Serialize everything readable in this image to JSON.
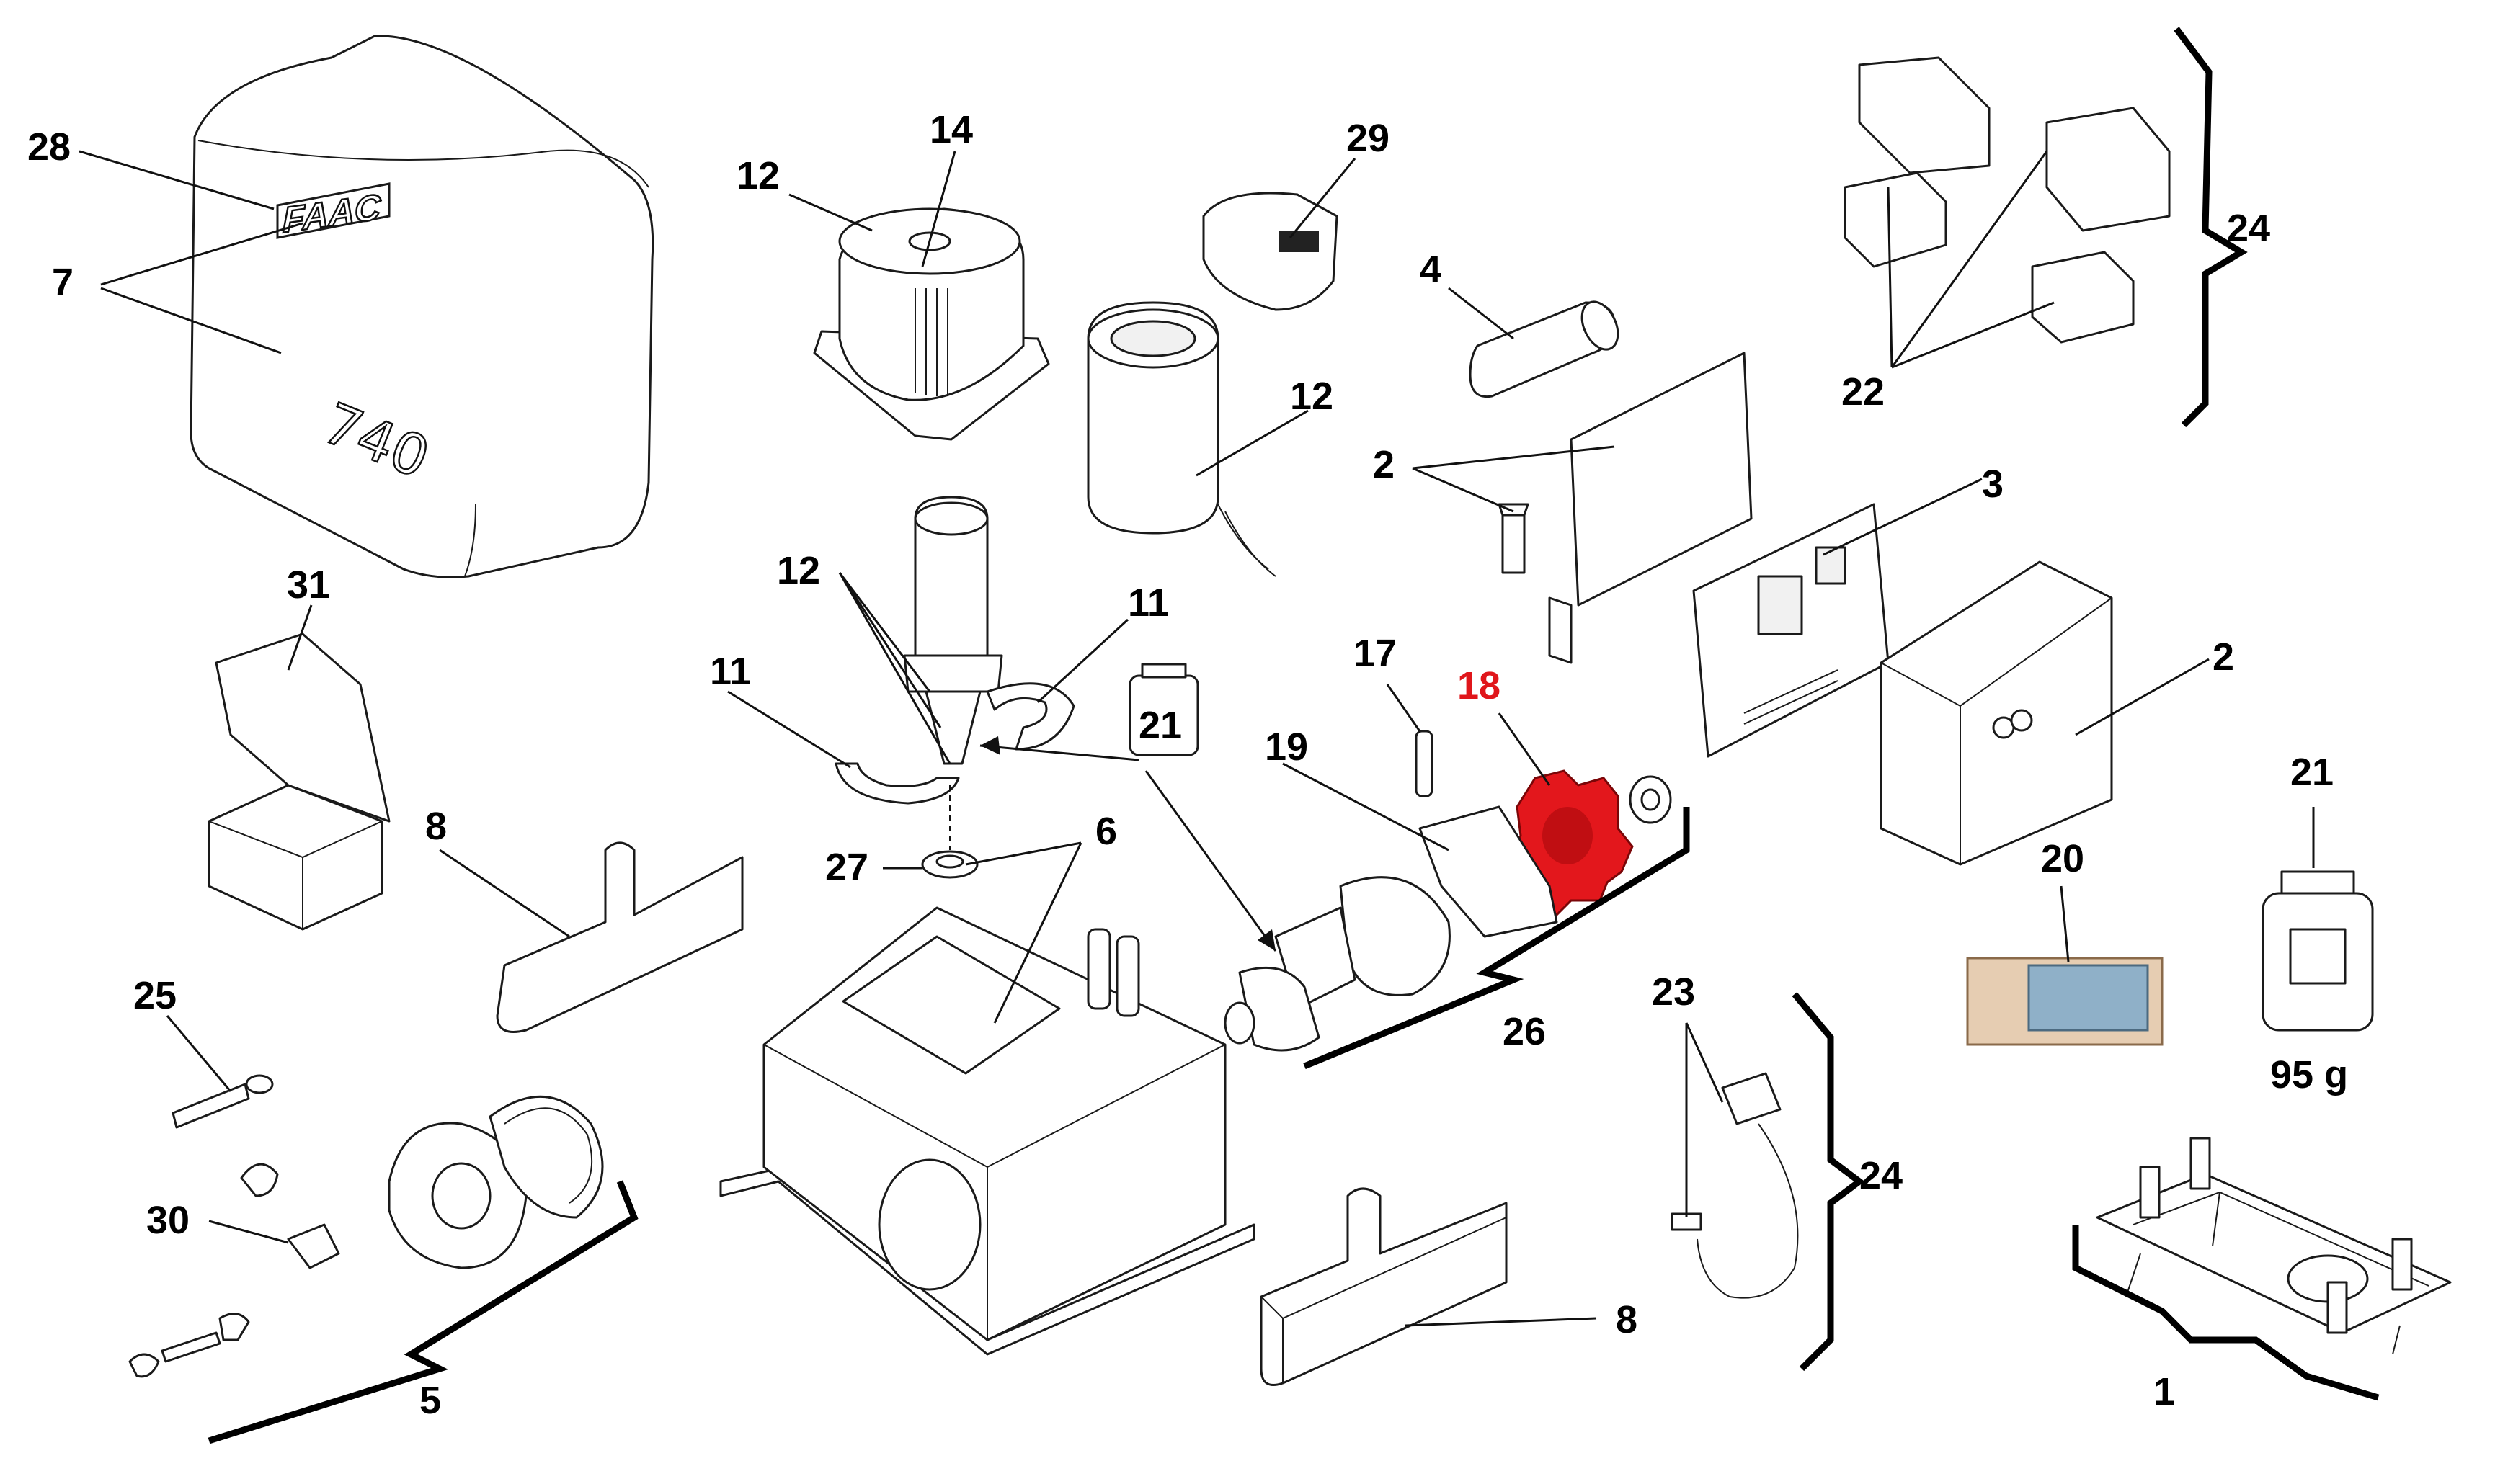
{
  "diagram": {
    "highlight_color": "#e0161b",
    "brand_logo_text": "FAAC",
    "model_text": "740",
    "callouts": {
      "c28": "28",
      "c7": "7",
      "c14": "14",
      "c12a": "12",
      "c29": "29",
      "c4": "4",
      "c12b": "12",
      "c2a": "2",
      "c3": "3",
      "c2b": "2",
      "c22": "22",
      "c24a": "24",
      "c31": "31",
      "c12c": "12",
      "c11a": "11",
      "c11b": "11",
      "c21a": "21",
      "c17": "17",
      "c18": "18",
      "c19": "19",
      "c21b": "21",
      "c8a": "8",
      "c27": "27",
      "c6": "6",
      "c20": "20",
      "c25": "25",
      "c26": "26",
      "c23": "23",
      "c24b": "24",
      "c30": "30",
      "c5": "5",
      "c8b": "8",
      "c1": "1",
      "weight": "95 g"
    }
  }
}
